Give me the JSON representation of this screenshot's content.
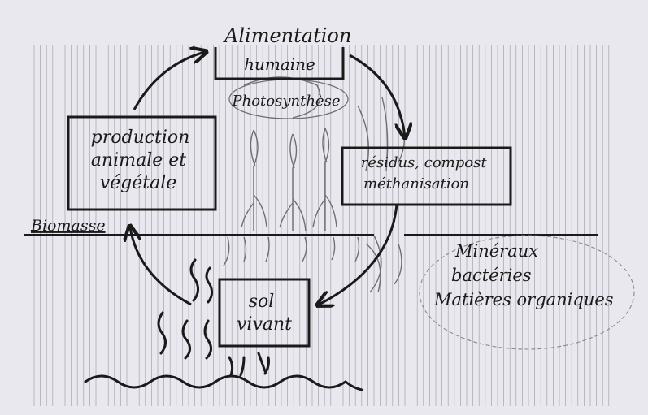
{
  "nodes": {
    "alimentation": {
      "lines": [
        "Alimentation",
        "humaine"
      ]
    },
    "photosynthese": {
      "label": "Photosynthèse"
    },
    "production": {
      "lines": [
        "production",
        "animale et",
        "végétale"
      ]
    },
    "residus": {
      "lines": [
        "résidus, compost",
        "méthanisation"
      ]
    },
    "sol": {
      "lines": [
        "sol",
        "vivant"
      ]
    },
    "biomasse": {
      "label": "Biomasse"
    },
    "sol_components": {
      "lines": [
        "Minéraux",
        "bactéries",
        "Matières organiques"
      ]
    }
  },
  "colors": {
    "ink": "#1a1a1a",
    "paper": "#e9e8ee",
    "grid": "#8e8d96",
    "pencil": "#6f6e75"
  }
}
